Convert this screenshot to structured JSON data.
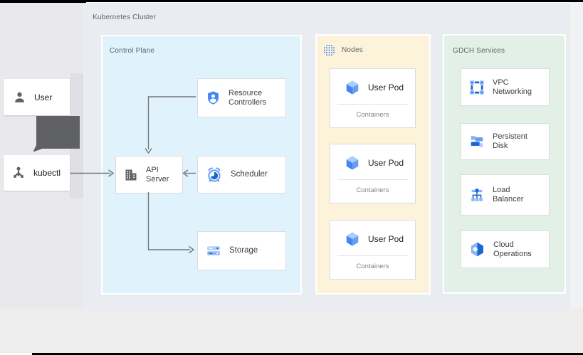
{
  "cluster": {
    "label": "Kubernetes Cluster"
  },
  "left_lane": {
    "user_card": {
      "label": "User",
      "icon": "user-icon"
    },
    "kubectl_card": {
      "label": "kubectl",
      "icon": "kubectl-icon"
    }
  },
  "control_plane": {
    "label": "Control Plane",
    "cards": {
      "resource_controllers": {
        "icon": "shield-person-icon",
        "lines": [
          "Resource",
          "Controllers"
        ]
      },
      "api_server": {
        "icon": "building-icon",
        "lines": [
          "API",
          "Server"
        ]
      },
      "scheduler": {
        "icon": "alarm-clock-icon",
        "label": "Scheduler"
      },
      "storage": {
        "icon": "server-stack-icon",
        "label": "Storage"
      }
    }
  },
  "nodes": {
    "label": "Nodes",
    "icon": "dotted-grid-icon",
    "pods": [
      {
        "icon": "cube-icon",
        "label": "User Pod",
        "sub": "Containers"
      },
      {
        "icon": "cube-icon",
        "label": "User Pod",
        "sub": "Containers"
      },
      {
        "icon": "cube-icon",
        "label": "User Pod",
        "sub": "Containers"
      }
    ]
  },
  "gdch": {
    "label": "GDCH Services",
    "services": [
      {
        "icon": "vpc-network-icon",
        "lines": [
          "VPC",
          "Networking"
        ]
      },
      {
        "icon": "persistent-disk-icon",
        "lines": [
          "Persistent",
          "Disk"
        ]
      },
      {
        "icon": "load-balancer-icon",
        "lines": [
          "Load",
          "Balancer"
        ]
      },
      {
        "icon": "cloud-operations-icon",
        "lines": [
          "Cloud",
          "Operations"
        ]
      }
    ]
  },
  "colors": {
    "control_plane_bg": "#e0f3fd",
    "nodes_bg": "#fcf3da",
    "gdch_bg": "#e3f0e7",
    "cluster_bg": "#e9edf1",
    "accent_blue": "#4285f4",
    "dark_blue": "#1967d2",
    "light_blue": "#8ab4f8",
    "arrow_gray": "#757575",
    "label_gray": "#5f6368"
  }
}
